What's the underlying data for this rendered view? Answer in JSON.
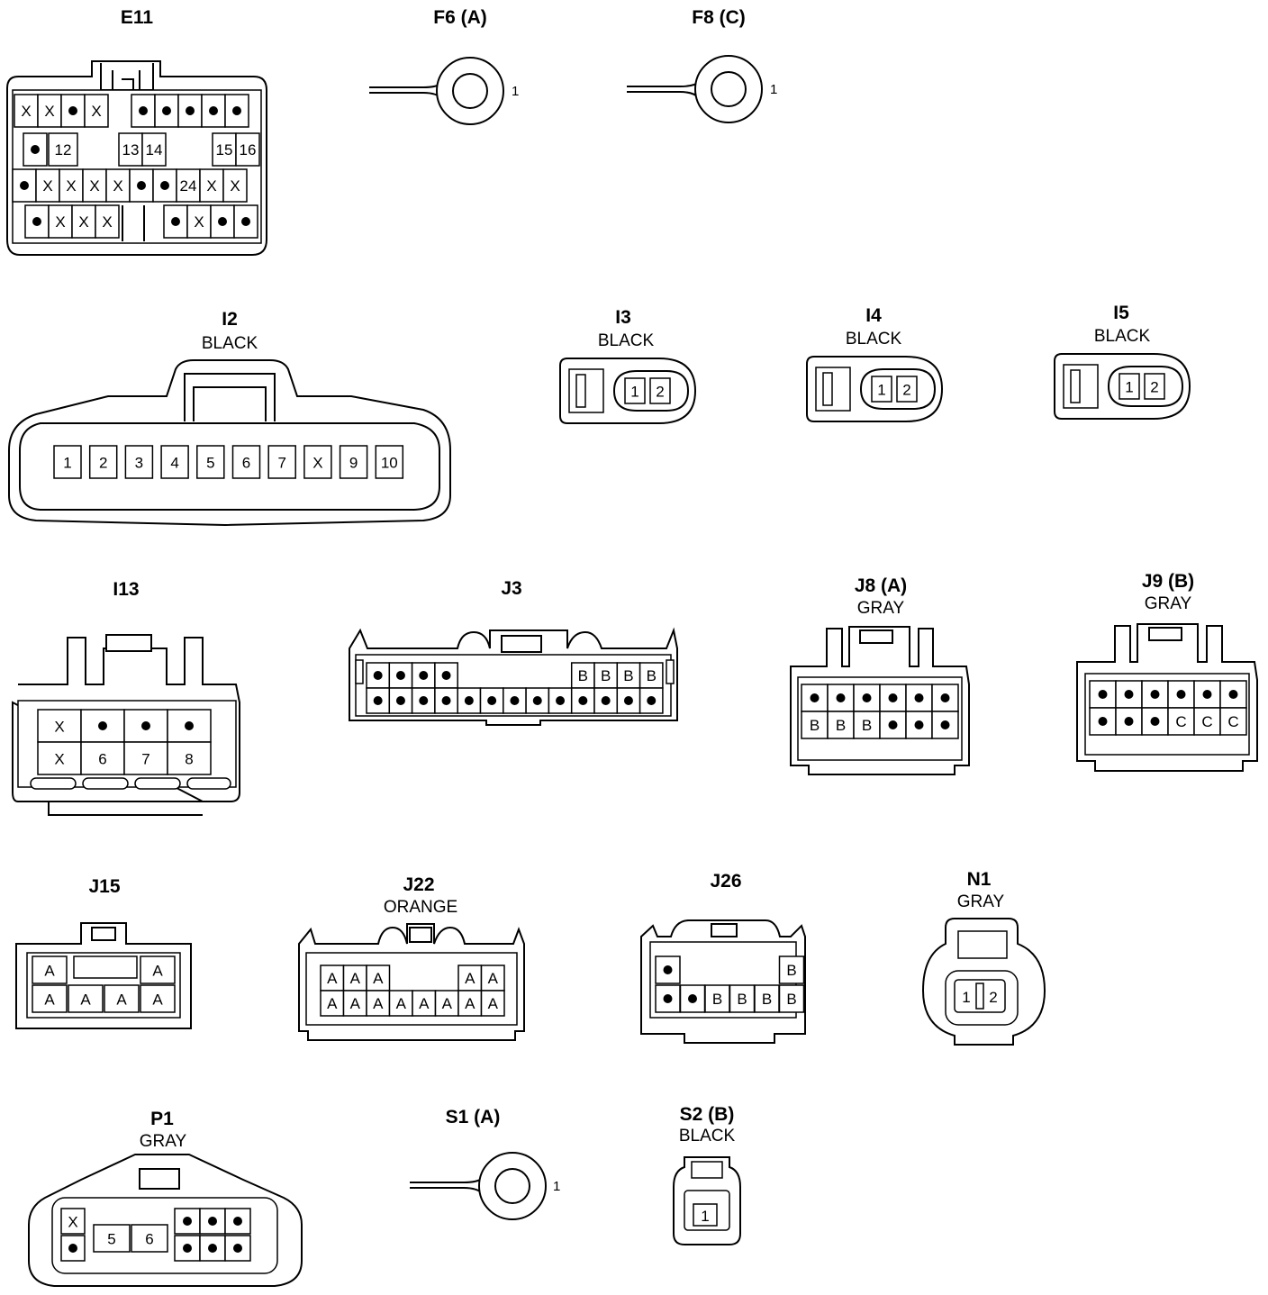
{
  "colors": {
    "ink": "#000000",
    "paper": "#ffffff"
  },
  "connectors": {
    "E11": {
      "name": "E11",
      "color": "",
      "rows": [
        [
          "X",
          "X",
          "•",
          "X",
          "•",
          "•",
          "•",
          "•",
          "•"
        ],
        [
          "•",
          "12",
          "",
          "13",
          "14",
          "",
          "15",
          "16"
        ],
        [
          "•",
          "X",
          "X",
          "X",
          "X",
          "•",
          "•",
          "24",
          "X",
          "X"
        ],
        [
          "•",
          "X",
          "X",
          "X",
          "",
          "•",
          "X",
          "•",
          "•"
        ]
      ]
    },
    "F6": {
      "name": "F6 (A)",
      "color": "",
      "pin": "1"
    },
    "F8": {
      "name": "F8 (C)",
      "color": "",
      "pin": "1"
    },
    "I2": {
      "name": "I2",
      "color": "BLACK",
      "cells": [
        "1",
        "2",
        "3",
        "4",
        "5",
        "6",
        "7",
        "X",
        "9",
        "10"
      ]
    },
    "I3": {
      "name": "I3",
      "color": "BLACK",
      "cells": [
        "1",
        "2"
      ]
    },
    "I4": {
      "name": "I4",
      "color": "BLACK",
      "cells": [
        "1",
        "2"
      ]
    },
    "I5": {
      "name": "I5",
      "color": "BLACK",
      "cells": [
        "1",
        "2"
      ]
    },
    "I13": {
      "name": "I13",
      "color": "",
      "rows": [
        [
          "X",
          "•",
          "•",
          "•"
        ],
        [
          "X",
          "6",
          "7",
          "8"
        ]
      ]
    },
    "J3": {
      "name": "J3",
      "color": "",
      "rows": [
        [
          "•",
          "•",
          "•",
          "•",
          "",
          "",
          "",
          "",
          "",
          "B",
          "B",
          "B",
          "B"
        ],
        [
          "•",
          "•",
          "•",
          "•",
          "•",
          "•",
          "•",
          "•",
          "•",
          "•",
          "•",
          "•",
          "•"
        ]
      ]
    },
    "J8": {
      "name": "J8 (A)",
      "color": "GRAY",
      "rows": [
        [
          "•",
          "•",
          "•",
          "•",
          "•",
          "•"
        ],
        [
          "B",
          "B",
          "B",
          "•",
          "•",
          "•"
        ]
      ]
    },
    "J9": {
      "name": "J9 (B)",
      "color": "GRAY",
      "rows": [
        [
          "•",
          "•",
          "•",
          "•",
          "•",
          "•"
        ],
        [
          "•",
          "•",
          "•",
          "C",
          "C",
          "C"
        ]
      ]
    },
    "J15": {
      "name": "J15",
      "color": "",
      "rows": [
        [
          "A",
          "",
          "",
          "A"
        ],
        [
          "A",
          "A",
          "A",
          "A"
        ]
      ]
    },
    "J22": {
      "name": "J22",
      "color": "ORANGE",
      "rows": [
        [
          "A",
          "A",
          "A",
          "",
          "",
          "",
          "A",
          "A"
        ],
        [
          "A",
          "A",
          "A",
          "A",
          "A",
          "A",
          "A",
          "A"
        ]
      ]
    },
    "J26": {
      "name": "J26",
      "color": "",
      "rows": [
        [
          "•",
          "",
          "",
          "",
          "",
          "B"
        ],
        [
          "•",
          "•",
          "B",
          "B",
          "B",
          "B"
        ]
      ]
    },
    "N1": {
      "name": "N1",
      "color": "GRAY",
      "cells": [
        "1",
        "2"
      ]
    },
    "P1": {
      "name": "P1",
      "color": "GRAY",
      "left": [
        [
          "X",
          "",
          ""
        ],
        [
          "•",
          "5",
          "6"
        ]
      ],
      "right": [
        [
          "•",
          "•",
          "•"
        ],
        [
          "•",
          "•",
          "•"
        ]
      ]
    },
    "S1": {
      "name": "S1 (A)",
      "color": "",
      "pin": "1"
    },
    "S2": {
      "name": "S2 (B)",
      "color": "BLACK",
      "cells": [
        "1"
      ]
    }
  }
}
